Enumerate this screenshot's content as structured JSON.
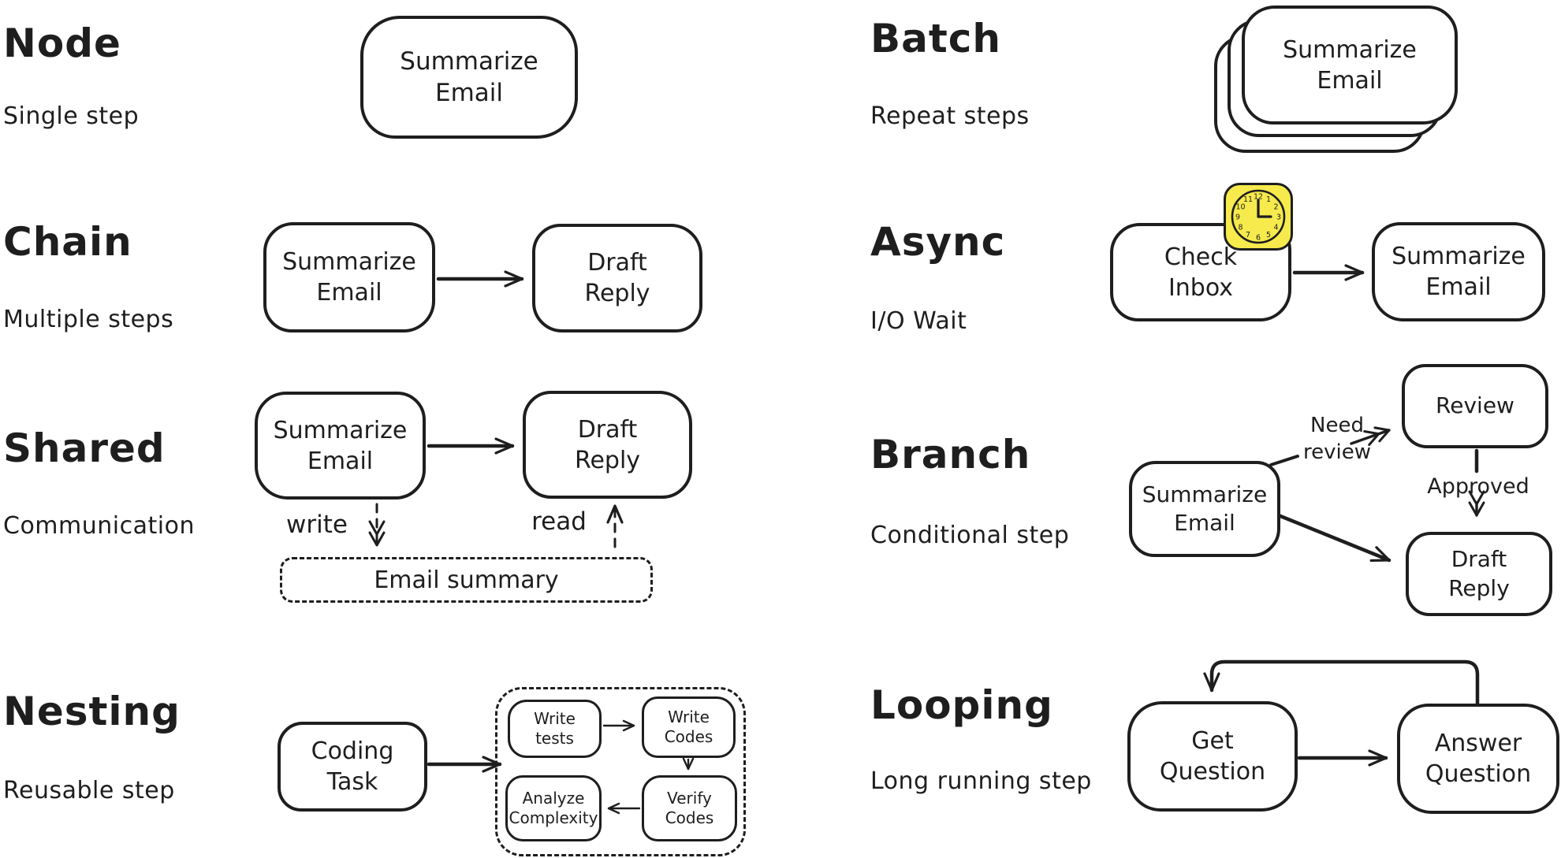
{
  "colors": {
    "ink": "#1e1e1e",
    "background": "#ffffff",
    "clock_fill": "#f6ea4d"
  },
  "sections": {
    "node": {
      "title": "Node",
      "subtitle": "Single step",
      "node_label": "Summarize\nEmail"
    },
    "chain": {
      "title": "Chain",
      "subtitle": "Multiple steps",
      "step1": "Summarize\nEmail",
      "step2": "Draft\nReply"
    },
    "shared": {
      "title": "Shared",
      "subtitle": "Communication",
      "step1": "Summarize\nEmail",
      "step2": "Draft\nReply",
      "write_label": "write",
      "read_label": "read",
      "store_label": "Email summary"
    },
    "nesting": {
      "title": "Nesting",
      "subtitle": "Reusable step",
      "outer_label": "Coding\nTask",
      "inner1": "Write\ntests",
      "inner2": "Write\nCodes",
      "inner3": "Analyze\nComplexity",
      "inner4": "Verify\nCodes"
    },
    "batch": {
      "title": "Batch",
      "subtitle": "Repeat steps",
      "node_label": "Summarize\nEmail"
    },
    "async": {
      "title": "Async",
      "subtitle": "I/O Wait",
      "step1": "Check\nInbox",
      "step2": "Summarize\nEmail",
      "clock_numbers": [
        "12",
        "1",
        "2",
        "3",
        "4",
        "5",
        "6",
        "7",
        "8",
        "9",
        "10",
        "11"
      ]
    },
    "branch": {
      "title": "Branch",
      "subtitle": "Conditional step",
      "source": "Summarize\nEmail",
      "review": "Review",
      "target": "Draft\nReply",
      "need_review_label": "Need\nreview",
      "approved_label": "Approved"
    },
    "looping": {
      "title": "Looping",
      "subtitle": "Long running step",
      "step1": "Get\nQuestion",
      "step2": "Answer\nQuestion"
    }
  }
}
